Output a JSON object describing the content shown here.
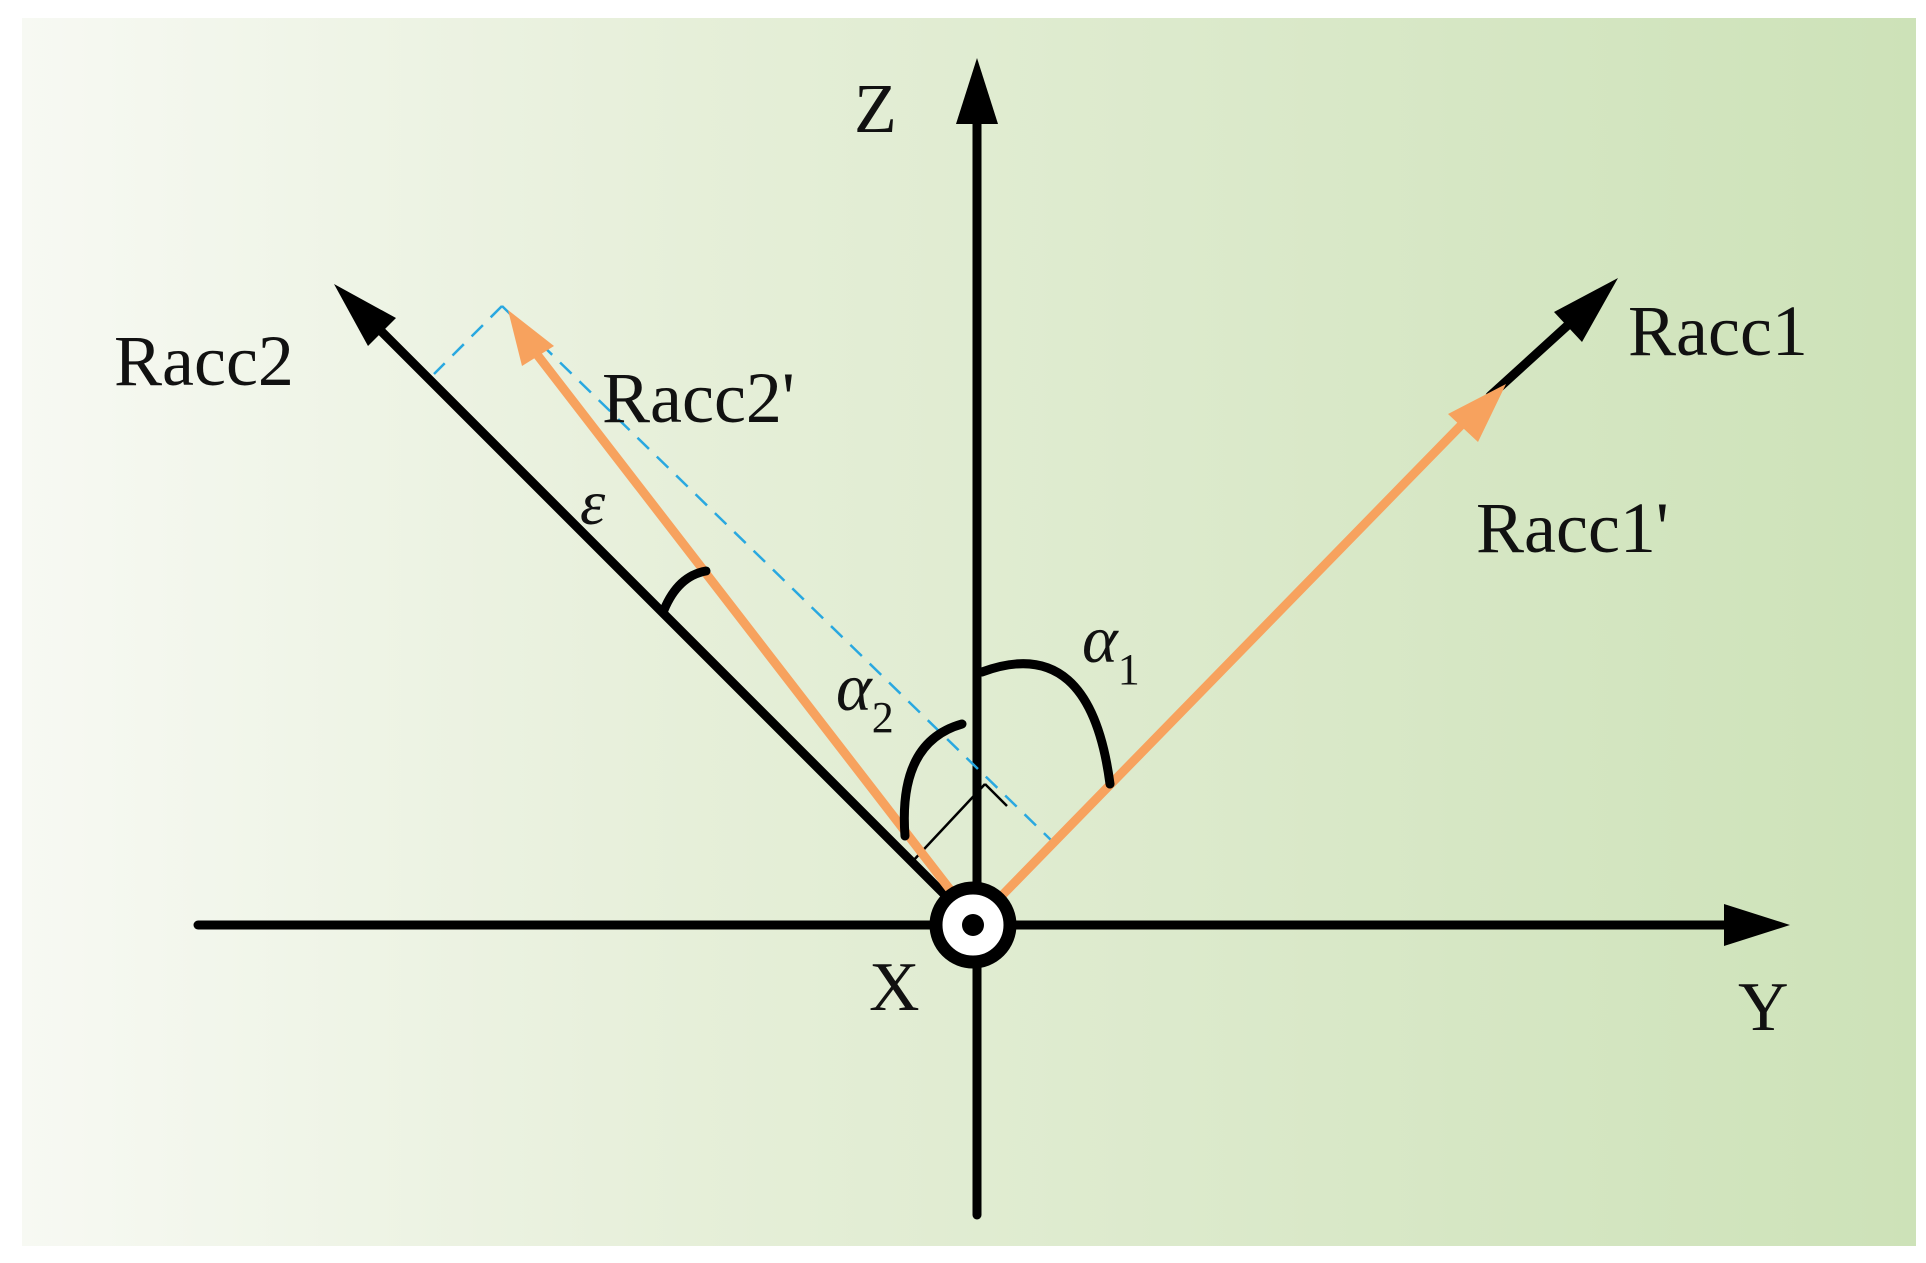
{
  "labels": {
    "z_axis": "Z",
    "y_axis": "Y",
    "x_axis": "X",
    "racc1": "Racc1",
    "racc1_prime": "Racc1'",
    "racc2": "Racc2",
    "racc2_prime": "Racc2'",
    "epsilon": "ε",
    "alpha1": "α",
    "alpha1_sub": "1",
    "alpha2": "α",
    "alpha2_sub": "2"
  },
  "colors": {
    "axis": "#000000",
    "measured_vector": "#f7a25e",
    "projection_line": "#29a8e0",
    "background_left": "#f7f9f3",
    "background_right": "#cde2b8"
  }
}
